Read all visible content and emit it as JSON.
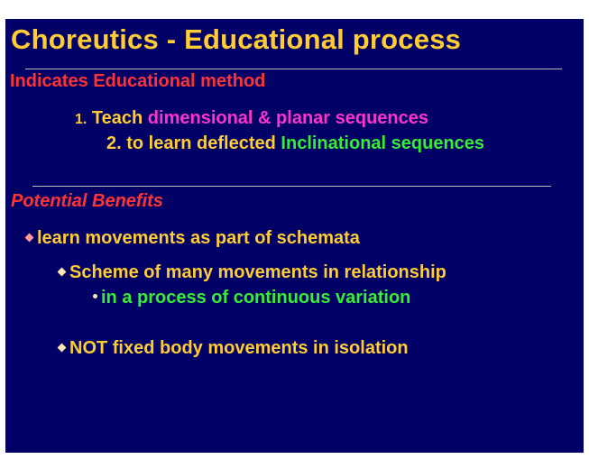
{
  "title": "Choreutics - Educational process",
  "section_method": {
    "heading": "Indicates Educational method",
    "item1": {
      "number": "1.",
      "lead": "Teach",
      "highlight": "dimensional & planar sequences"
    },
    "item2": {
      "number": "2.",
      "lead": "to learn deflected",
      "highlight": "Inclinational sequences"
    }
  },
  "section_benefits": {
    "heading": "Potential Benefits",
    "bullet1": "learn movements as part of schemata",
    "bullet2": "Scheme of many movements in relationship",
    "bullet3": "in a process of continuous variation",
    "bullet4": "NOT fixed body movements in isolation"
  },
  "colors": {
    "background": "#000066",
    "title": "#ffcc33",
    "heading": "#ff3333",
    "highlight_magenta": "#ff33cc",
    "highlight_green": "#33ee33",
    "bullet_diamond": "#ff9999"
  },
  "icons": {
    "bullet_primary": "diamond-bullet-icon",
    "bullet_secondary": "dot-bullet-icon"
  }
}
